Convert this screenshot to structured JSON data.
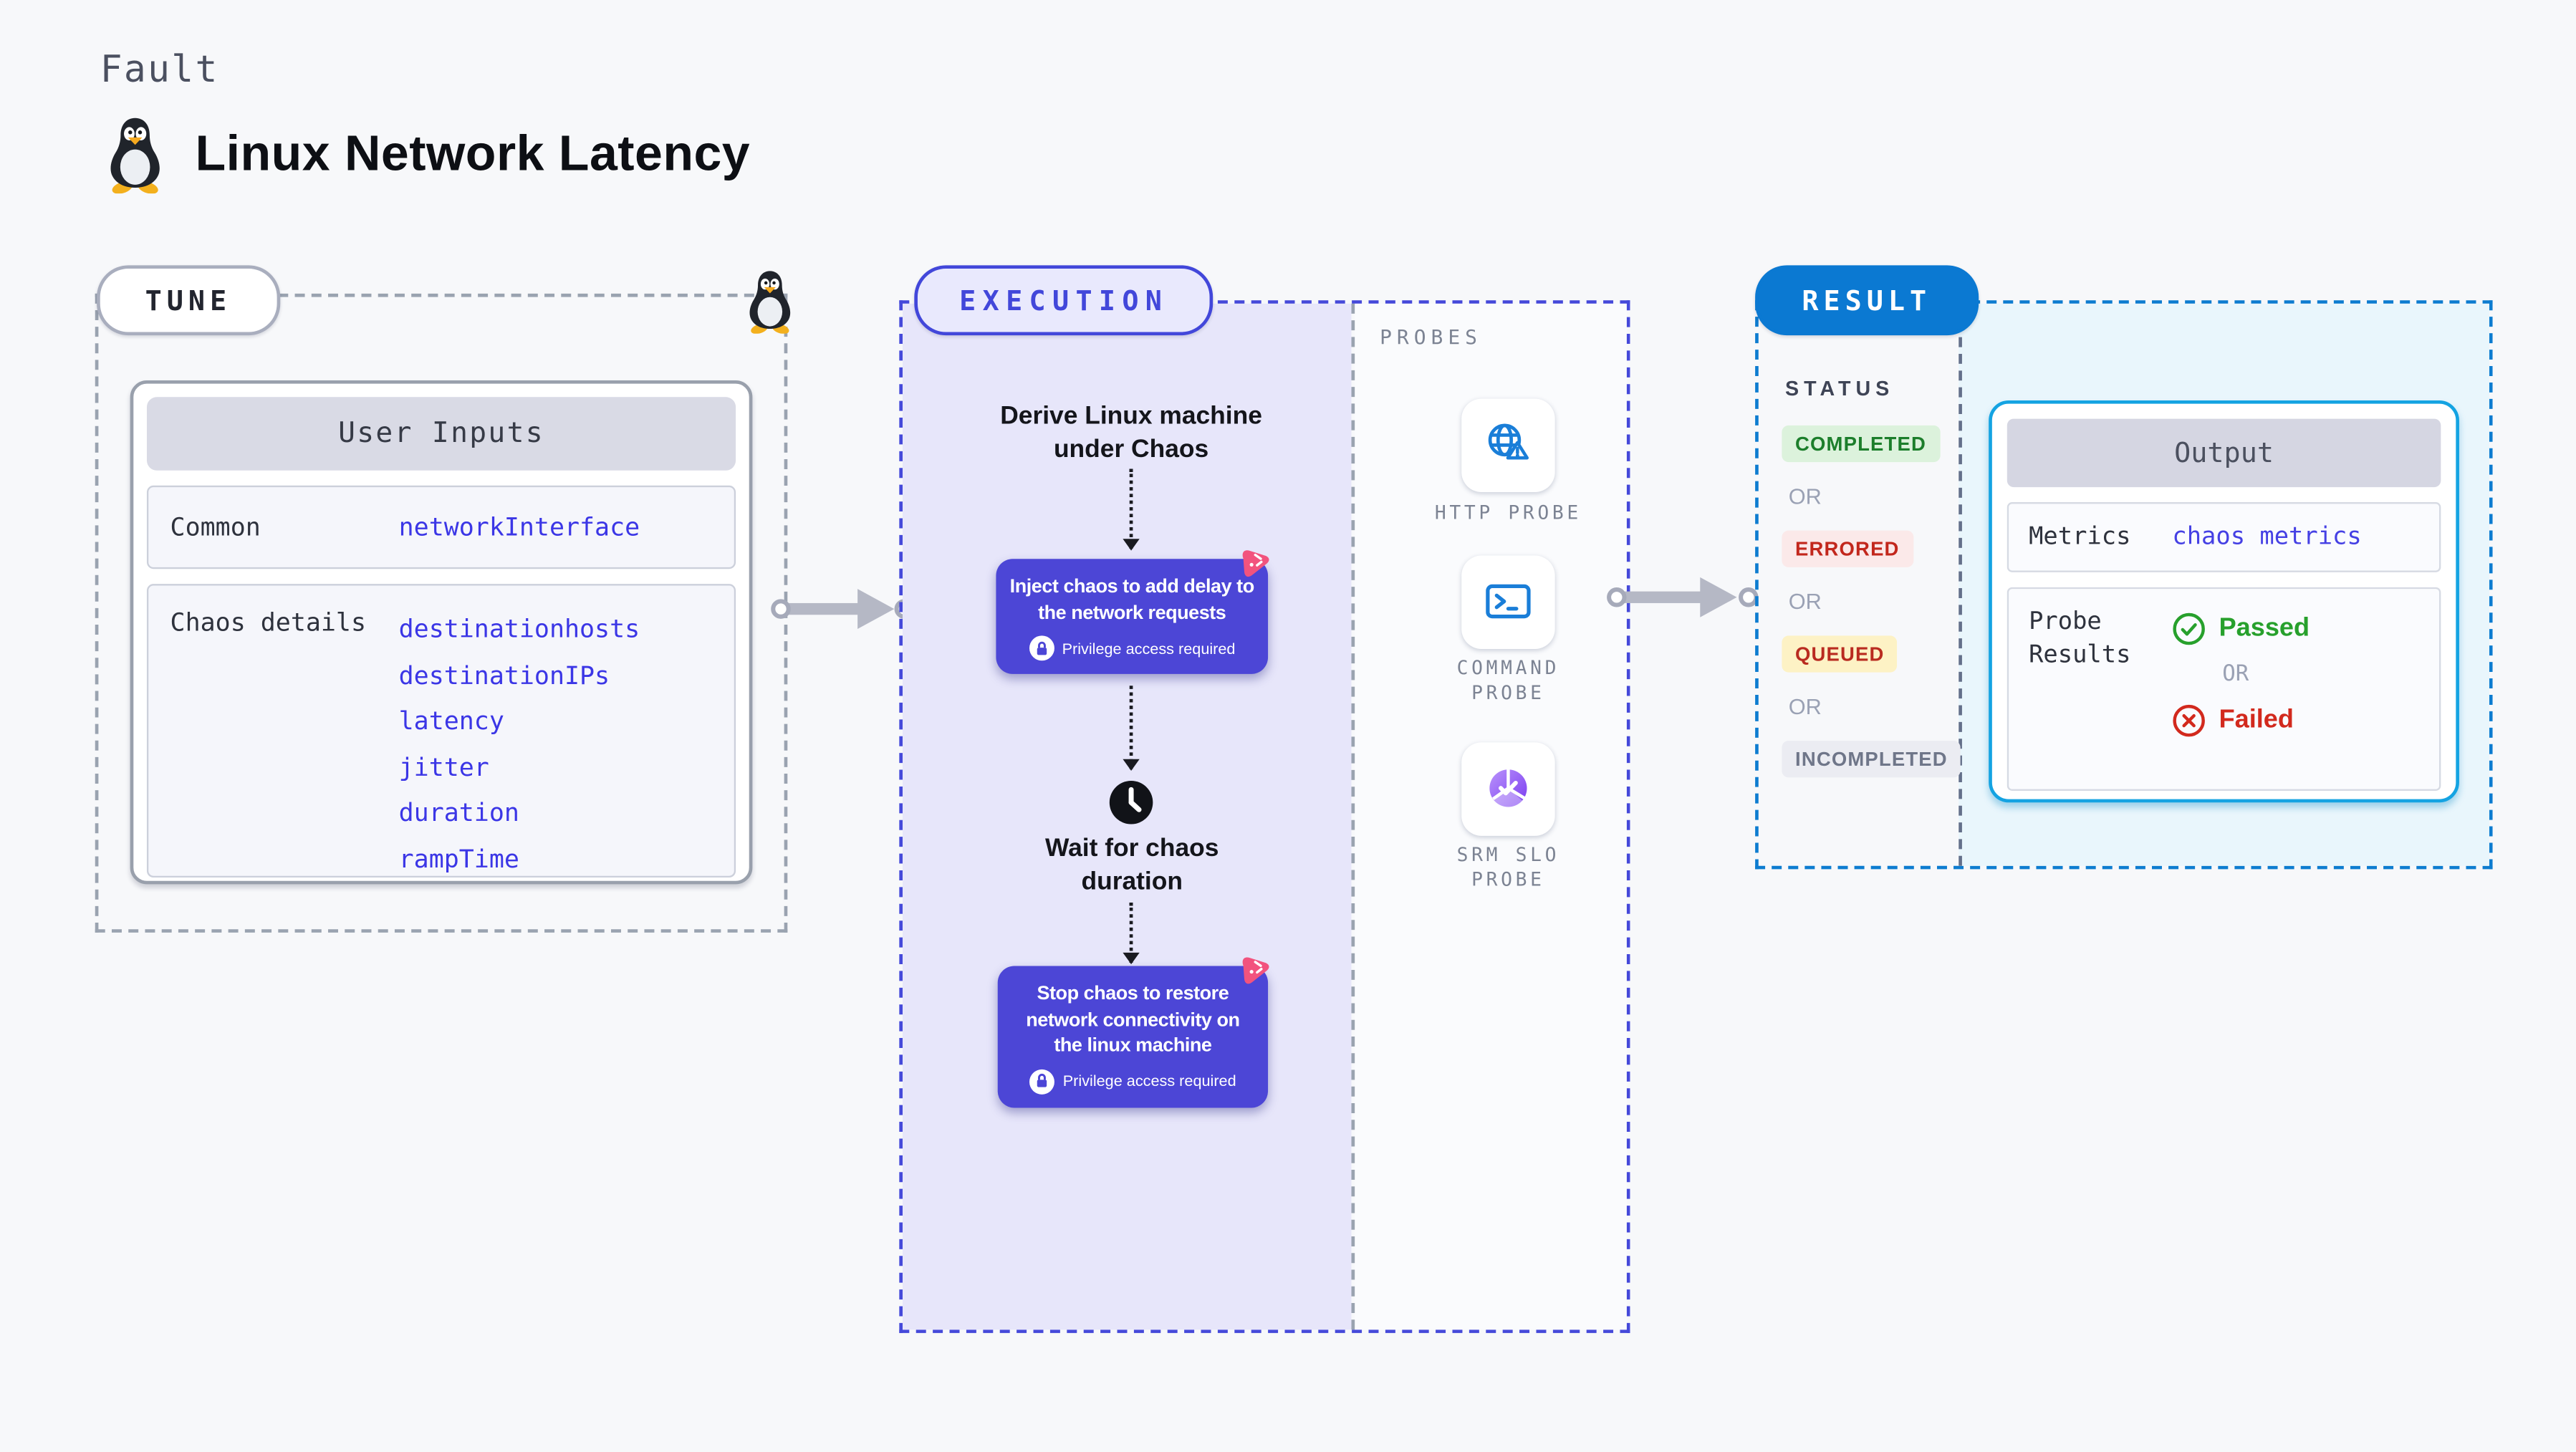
{
  "page": {
    "kicker": "Fault",
    "title": "Linux Network Latency"
  },
  "tune": {
    "badge": "TUNE",
    "user_inputs": {
      "title": "User Inputs",
      "rows": [
        {
          "label": "Common",
          "values": [
            "networkInterface"
          ]
        },
        {
          "label": "Chaos details",
          "values": [
            "destinationhosts",
            "destinationIPs",
            "latency",
            "jitter",
            "duration",
            "rampTime"
          ]
        }
      ]
    }
  },
  "execution": {
    "badge": "EXECUTION",
    "derive_label": "Derive Linux machine under Chaos",
    "inject_node": {
      "text": "Inject chaos to add delay to the network requests",
      "badge": "Privilege access required"
    },
    "wait_label": "Wait for chaos duration",
    "stop_node": {
      "text": "Stop chaos to restore network connectivity on the linux machine",
      "badge": "Privilege access required"
    },
    "probes": {
      "title": "PROBES",
      "items": [
        {
          "label": "HTTP PROBE",
          "icon": "globe-alert-icon"
        },
        {
          "label": "COMMAND PROBE",
          "icon": "terminal-icon"
        },
        {
          "label": "SRM SLO PROBE",
          "icon": "donut-check-icon"
        }
      ]
    }
  },
  "result": {
    "badge": "RESULT",
    "status": {
      "title": "STATUS",
      "items": [
        {
          "text": "COMPLETED",
          "kind": "completed"
        },
        {
          "text": "OR",
          "kind": "or"
        },
        {
          "text": "ERRORED",
          "kind": "errored"
        },
        {
          "text": "OR",
          "kind": "or"
        },
        {
          "text": "QUEUED",
          "kind": "queued"
        },
        {
          "text": "OR",
          "kind": "or"
        },
        {
          "text": "INCOMPLETED",
          "kind": "incompleted"
        }
      ]
    },
    "output": {
      "title": "Output",
      "metrics_label": "Metrics",
      "metrics_value": "chaos metrics",
      "probe_results_label": "Probe Results",
      "passed_label": "Passed",
      "or_label": "OR",
      "failed_label": "Failed"
    }
  },
  "icons": {
    "penguin": "tux-penguin-icon",
    "clock": "clock-icon",
    "lock": "lock-icon",
    "chaos_badge": "chaos-pink-icon",
    "http_probe": "globe-alert-icon",
    "command_probe": "terminal-icon",
    "srm_probe": "donut-check-icon",
    "passed": "check-circle-icon",
    "failed": "x-circle-icon",
    "connector": "arrow-right-icon"
  },
  "colors": {
    "page_bg": "#f7f8fa",
    "indigo_node": "#4c46d6",
    "indigo_border": "#4247da",
    "lavender_fill": "#e7e6fa",
    "blue_result": "#0b79d2",
    "cyan_border": "#14a3e2",
    "cyan_fill": "#e9f6fc",
    "value_blue": "#3b36e6",
    "probe_blue": "#1a7ed8",
    "pink": "#f2537e",
    "green": "#27a02c",
    "red": "#d2291d",
    "gray_dash": "#9aa3b0",
    "arrow_gray": "#b5b8c5"
  }
}
